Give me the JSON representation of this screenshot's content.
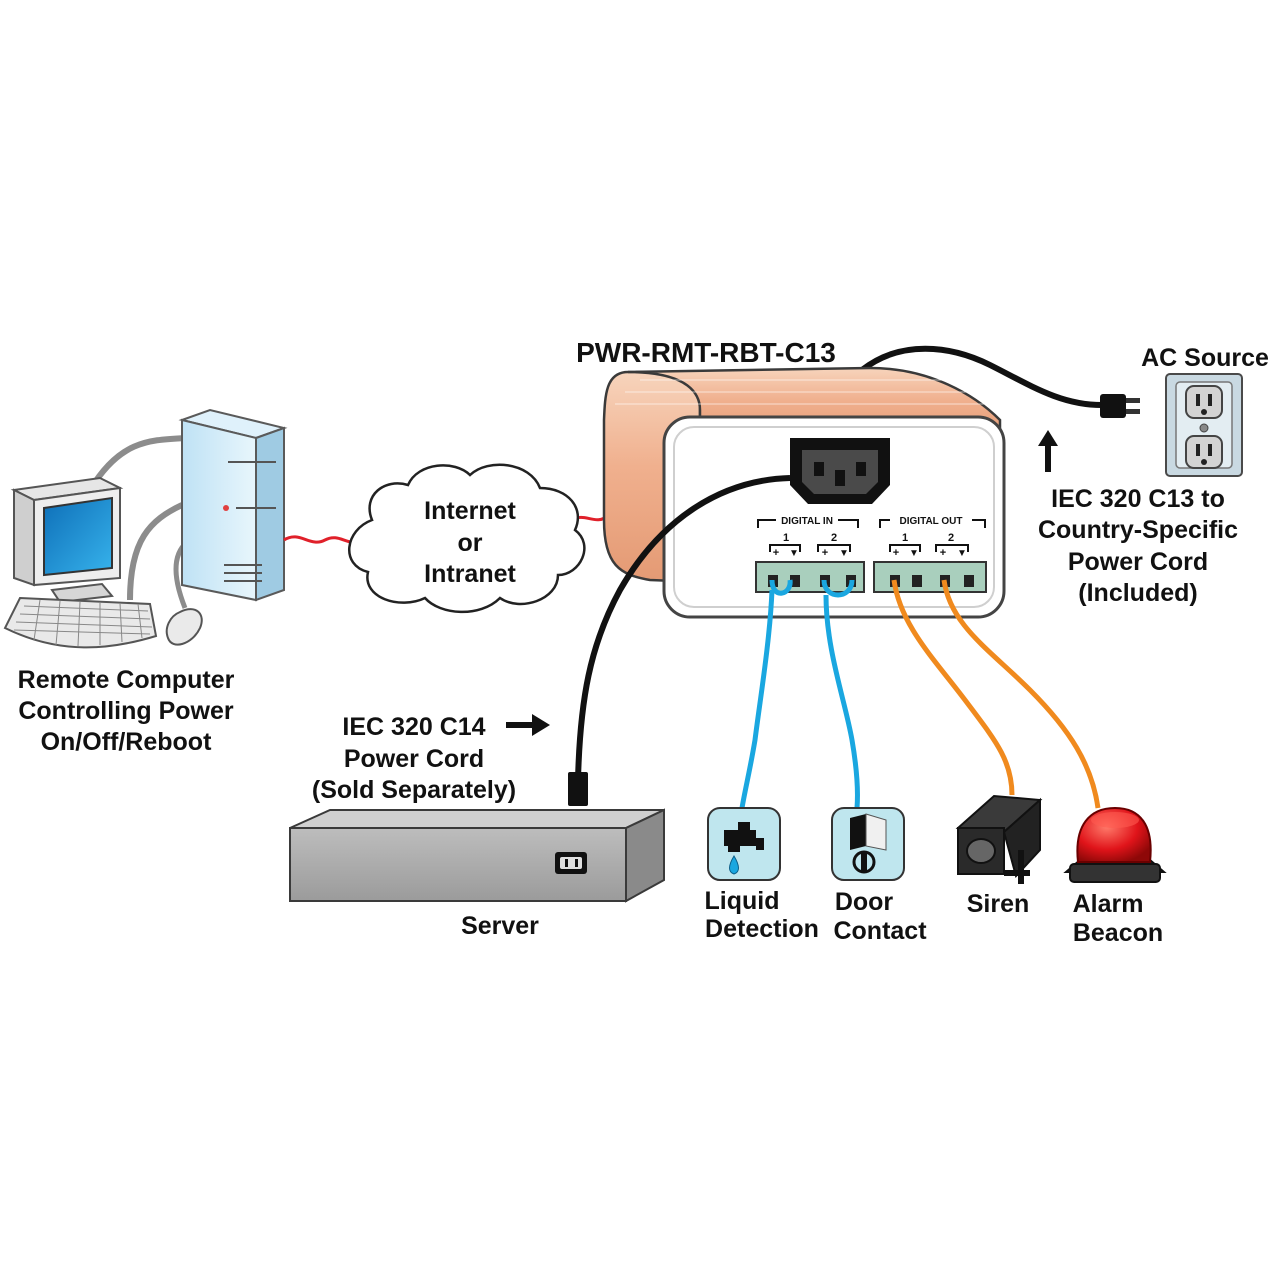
{
  "device": {
    "model": "PWR-RMT-RBT-C13",
    "digital_in_label": "DIGITAL IN",
    "digital_out_label": "DIGITAL OUT",
    "channel_1": "1",
    "channel_2": "2",
    "plus": "+",
    "minus": "▼"
  },
  "computer": {
    "line1": "Remote Computer",
    "line2": "Controlling Power",
    "line3": "On/Off/Reboot"
  },
  "network": {
    "line1": "Internet",
    "line2": "or",
    "line3": "Intranet"
  },
  "ac_source": {
    "label": "AC Source"
  },
  "iec_c13": {
    "line1": "IEC 320 C13 to",
    "line2": "Country-Specific",
    "line3": "Power Cord",
    "line4": "(Included)"
  },
  "iec_c14": {
    "line1": "IEC 320 C14",
    "line2": "Power Cord",
    "line3": "(Sold Separately)"
  },
  "server": {
    "label": "Server"
  },
  "sensors": {
    "liquid_line1": "Liquid",
    "liquid_line2": "Detection",
    "door_line1": "Door",
    "door_line2": "Contact",
    "siren": "Siren",
    "beacon_line1": "Alarm",
    "beacon_line2": "Beacon"
  },
  "colors": {
    "network_cable": "#e0202a",
    "input_cable": "#1aa7e0",
    "output_cable": "#f08a1e",
    "power_cable": "#111111",
    "device_body": "#f2b896",
    "monitor_screen": "#1c8fd6"
  }
}
